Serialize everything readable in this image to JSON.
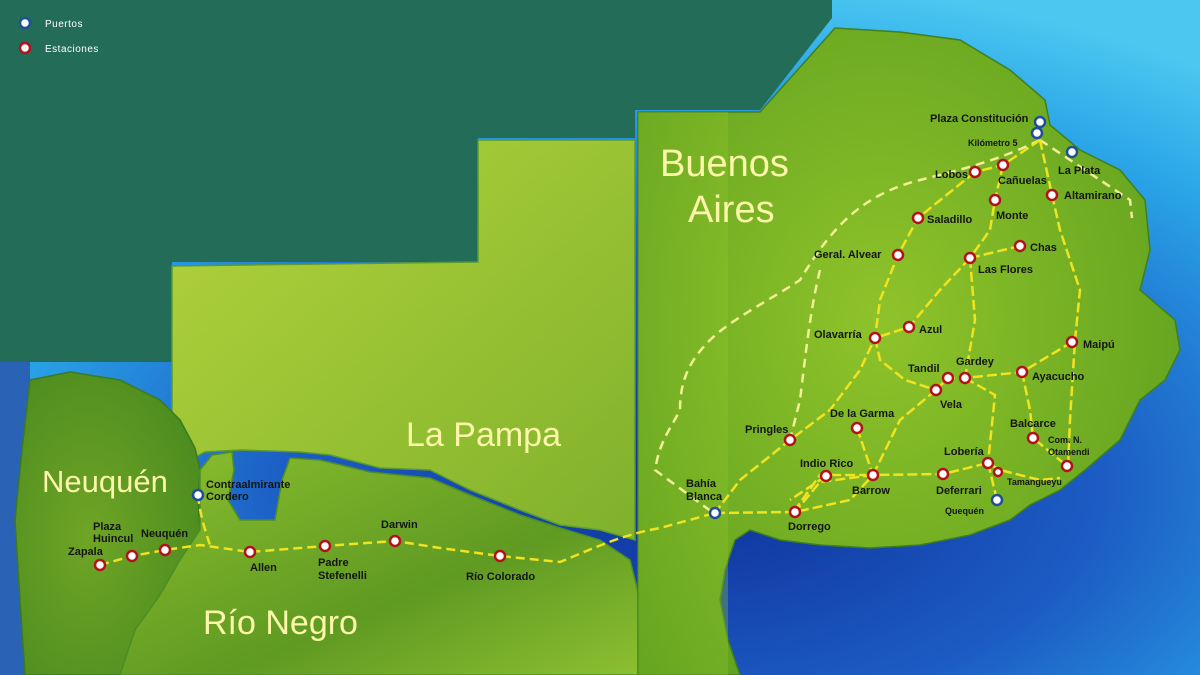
{
  "legend": {
    "ports_label": "Puertos",
    "stations_label": "Estaciones",
    "port_color": "#1f4f9a",
    "station_color": "#b3121b"
  },
  "provinces": {
    "neuquen": "Neuquén",
    "la_pampa": "La Pampa",
    "rio_negro": "Río Negro",
    "buenos_aires_1": "Buenos",
    "buenos_aires_2": "Aires"
  },
  "ports": {
    "plaza_constitucion": "Plaza Constitución",
    "km5": "Kilómetro 5",
    "la_plata": "La Plata",
    "bahia_blanca_1": "Bahía",
    "bahia_blanca_2": "Blanca",
    "quequen": "Quequén",
    "contraalmirante_1": "Contraalmirante",
    "contraalmirante_2": "Cordero"
  },
  "stations": {
    "lobos": "Lobos",
    "canuelas": "Cañuelas",
    "altamirano": "Altamirano",
    "monte": "Monte",
    "saladillo": "Saladillo",
    "chas": "Chas",
    "las_flores": "Las Flores",
    "geral_alvear": "Geral. Alvear",
    "azul": "Azul",
    "olavarria": "Olavarría",
    "maipu": "Maipú",
    "tandil": "Tandil",
    "gardey": "Gardey",
    "ayacucho": "Ayacucho",
    "vela": "Vela",
    "de_la_garma": "De la Garma",
    "pringles": "Pringles",
    "balcarce": "Balcarce",
    "com_n_1": "Com. N.",
    "com_n_2": "Otamendi",
    "loberia": "Lobería",
    "indio_rico": "Indio Rico",
    "barrow": "Barrow",
    "deferrari": "Deferrari",
    "tamangueyu": "Tamangueyu",
    "dorrego": "Dorrego",
    "darwin": "Darwin",
    "padre_1": "Padre",
    "padre_2": "Stefenelli",
    "allen": "Allen",
    "rio_colorado": "Río Colorado",
    "neuquen": "Neuquén",
    "plaza_huincul_1": "Plaza",
    "plaza_huincul_2": "Huincul",
    "zapala": "Zapala"
  }
}
